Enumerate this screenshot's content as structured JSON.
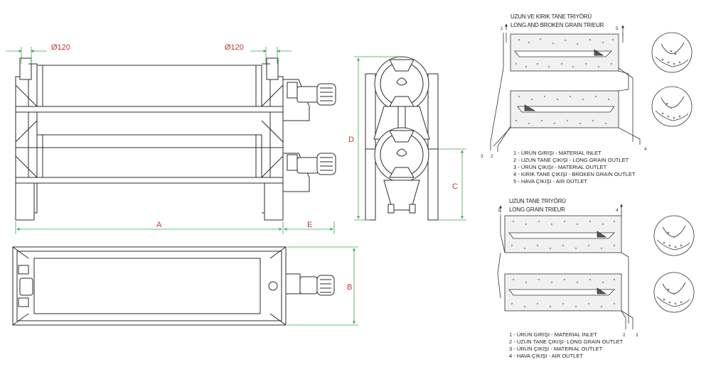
{
  "colors": {
    "drawing_line": "#2b2b2b",
    "dimension_line": "#3aa64a",
    "dimension_text": "#c0392b",
    "hatch_fill": "#f1f1f1"
  },
  "front_view": {
    "diameter_left": "Ø120",
    "diameter_right": "Ø120",
    "dim_a": "A",
    "dim_e": "E"
  },
  "side_view": {
    "dim_d": "D",
    "dim_c": "C"
  },
  "top_view": {
    "dim_b": "B"
  },
  "panel_long_and_broken": {
    "title_tr": "UZUN VE KIRIK TANE TRIYÖRÜ",
    "title_en": "LONG AND BROKEN GRAIN TRIEUR",
    "callouts": [
      "1",
      "5",
      "3",
      "2",
      "4"
    ],
    "legend": [
      "1 - ÜRÜN GIRIŞI - MATERIAL INLET",
      "2 - UZUN TANE ÇIKIŞI - LONG GRAIN OUTLET",
      "3 - ÜRÜN ÇIKIŞI - MATERIAL OUTLET",
      "4 - KIRIK TANE ÇIKIŞI - BROKEN GRAIN OUTLET",
      "5 - HAVA ÇIKIŞI - AIR OUTLET"
    ]
  },
  "panel_long": {
    "title_tr": "UZUN TANE TRIYÖRÜ",
    "title_en": "LONG GRAIN TRIEUR",
    "callouts": [
      "1",
      "4",
      "2",
      "3"
    ],
    "legend": [
      "1 - ÜRÜN GIRIŞI - MATERIAL INLET",
      "2 - UZUN TANE ÇIKIŞI- LONG GRAIN OUTLET",
      "3 - ÜRÜN ÇIKIŞI - MATERIAL OUTLET",
      "4 - HAVA ÇIKIŞI - AIR OUTLET"
    ]
  }
}
